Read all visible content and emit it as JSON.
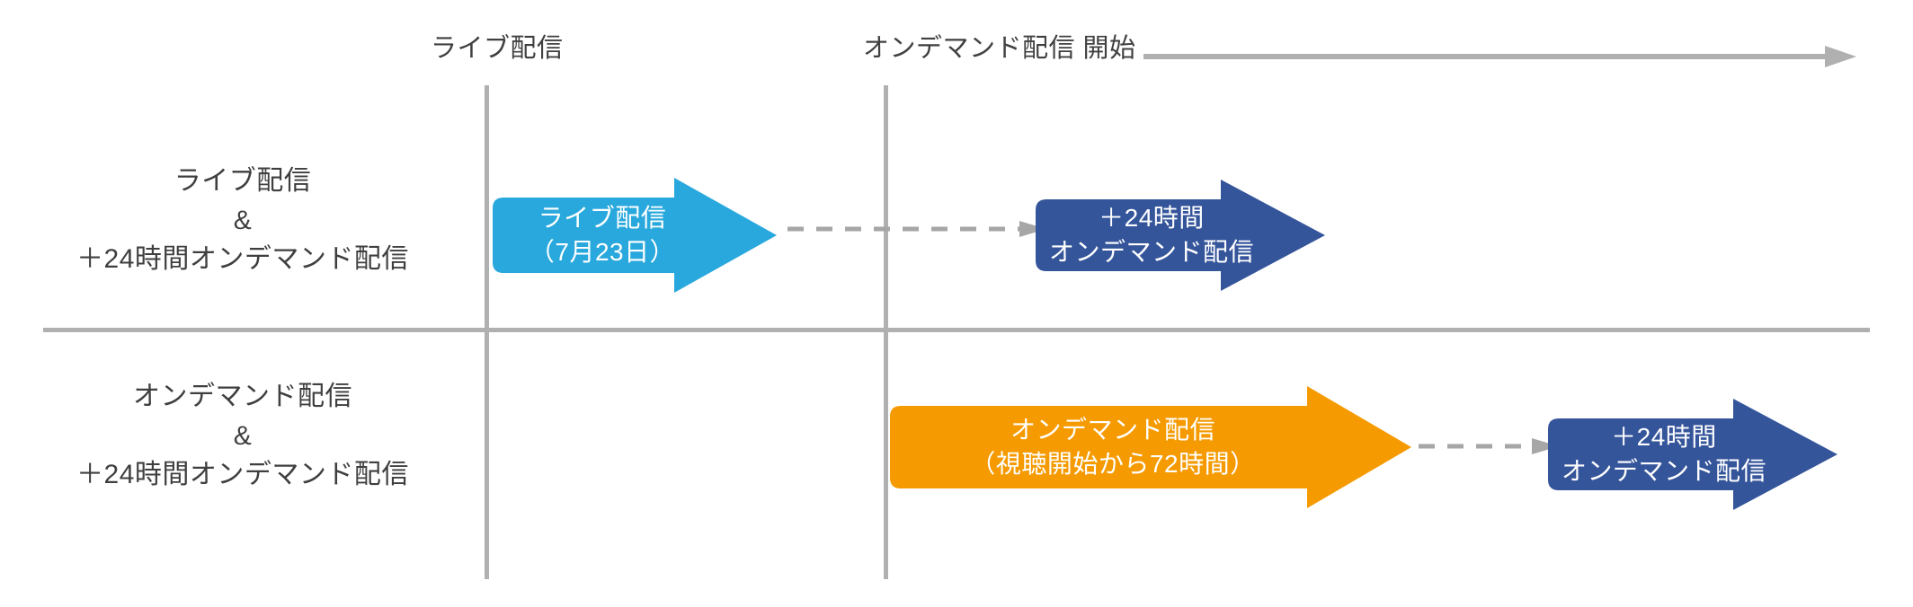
{
  "axis": {
    "markers": [
      {
        "id": "live",
        "label": "ライブ配信"
      },
      {
        "id": "ondemand",
        "label": "オンデマンド配信 開始"
      }
    ],
    "arrow_icon": "right-arrow-icon"
  },
  "rows": [
    {
      "id": "live-and-ondemand",
      "label_lines": [
        "ライブ配信",
        "&",
        "＋24時間オンデマンド配信"
      ],
      "items": [
        {
          "id": "live",
          "type": "arrow",
          "color": "#29a8dd",
          "text_lines": [
            "ライブ配信",
            "（7月23日）"
          ]
        },
        {
          "id": "plus24-row1",
          "type": "arrow",
          "color": "#35559b",
          "text_lines": [
            "＋24時間",
            "オンデマンド配信"
          ]
        }
      ],
      "connector": {
        "id": "row1-connector",
        "style": "dashed",
        "color": "#a6a6a6"
      }
    },
    {
      "id": "ondemand-and-ondemand",
      "label_lines": [
        "オンデマンド配信",
        "&",
        "＋24時間オンデマンド配信"
      ],
      "items": [
        {
          "id": "ondemand",
          "type": "arrow",
          "color": "#f59a00",
          "text_lines": [
            "オンデマンド配信",
            "（視聴開始から72時間）"
          ]
        },
        {
          "id": "plus24-row2",
          "type": "arrow",
          "color": "#35559b",
          "text_lines": [
            "＋24時間",
            "オンデマンド配信"
          ]
        }
      ],
      "connector": {
        "id": "row2-connector",
        "style": "dashed",
        "color": "#a6a6a6"
      }
    }
  ],
  "colors": {
    "cyan": "#29a8dd",
    "navy": "#35559b",
    "orange": "#f59a00",
    "rule_gray": "#b0b0b0",
    "connector_gray": "#a6a6a6",
    "text_gray": "#3f3f3f",
    "background": "#ffffff"
  }
}
